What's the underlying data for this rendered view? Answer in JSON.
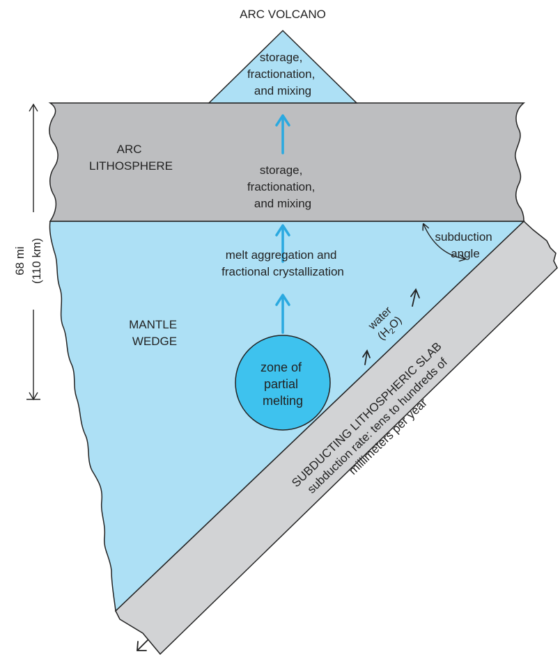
{
  "title": "ARC VOLCANO",
  "volcano_label": [
    "storage,",
    "fractionation,",
    "and mixing"
  ],
  "lithosphere": {
    "name": [
      "ARC",
      "LITHOSPHERE"
    ],
    "process": [
      "storage,",
      "fractionation,",
      "and mixing"
    ]
  },
  "mantle": {
    "name": [
      "MANTLE",
      "WEDGE"
    ],
    "process": [
      "melt aggregation and",
      "fractional crystallization"
    ],
    "zone": [
      "zone of",
      "partial",
      "melting"
    ]
  },
  "water_label": [
    "water",
    "(H",
    "2",
    "O)"
  ],
  "subduction_angle": [
    "subduction",
    "angle"
  ],
  "depth": {
    "imperial": "68 mi",
    "metric": "(110 km)"
  },
  "slab": {
    "name": "SUBDUCTING LITHOSPHERIC SLAB",
    "rate": [
      "subduction rate: tens to hundreds of",
      "millimeters per year"
    ]
  },
  "colors": {
    "mantle": "#ADE0F5",
    "lithosphere": "#BDBEC0",
    "slab": "#D2D3D5",
    "melt_zone": "#3EC2EE",
    "arrow": "#2AA9E0",
    "outline": "#222222"
  }
}
